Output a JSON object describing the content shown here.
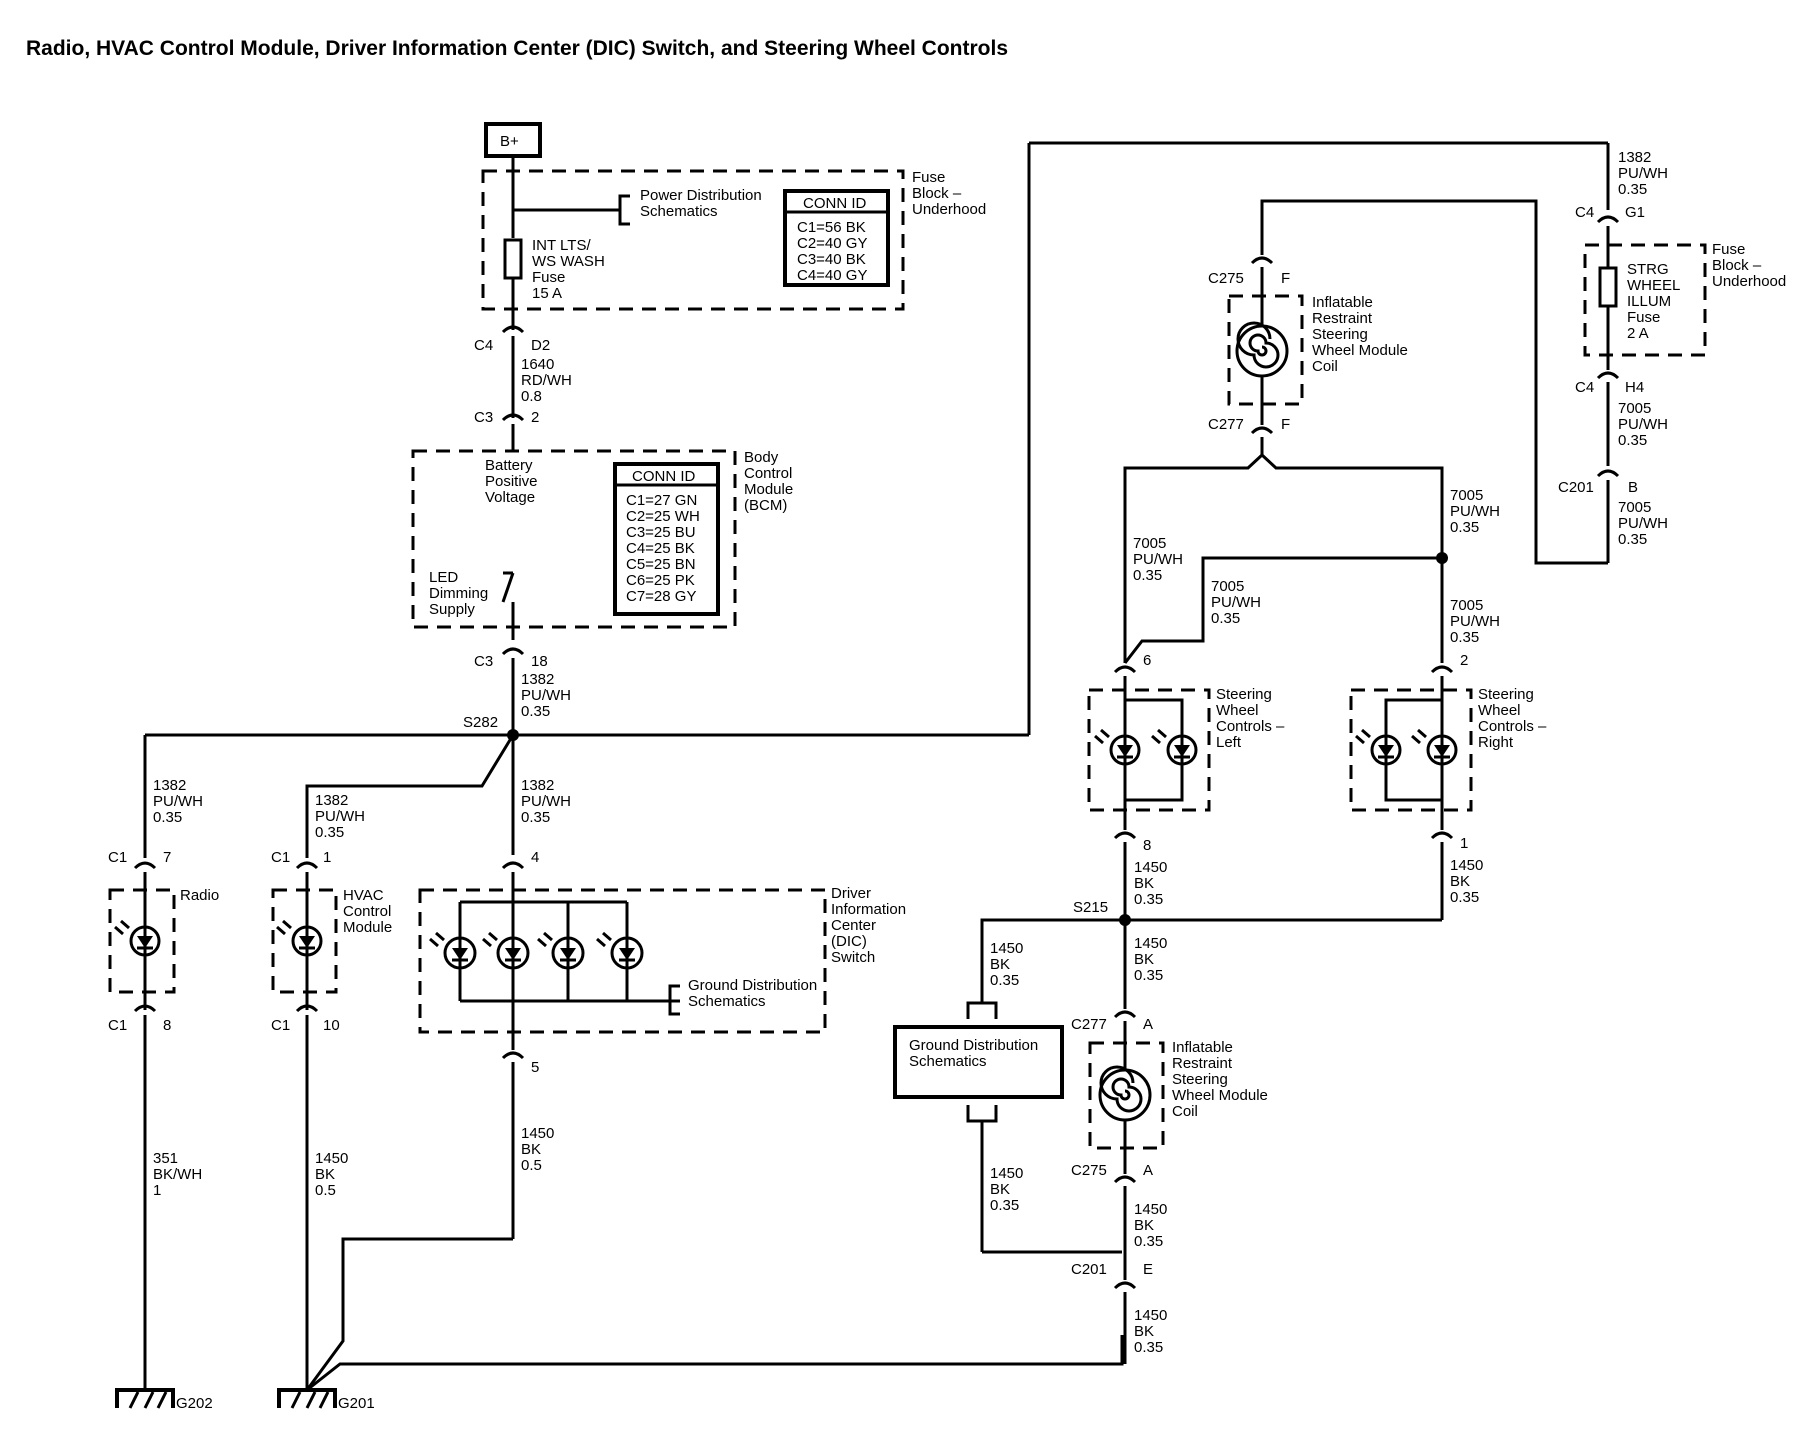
{
  "title": "Radio, HVAC Control Module, Driver Information Center (DIC) Switch, and Steering Wheel Controls",
  "battery": "B+",
  "fuse_block_top": {
    "label": [
      "Fuse",
      "Block –",
      "Underhood"
    ],
    "power_ref": [
      "Power Distribution",
      "Schematics"
    ],
    "fuse": [
      "INT LTS/",
      "WS WASH",
      "Fuse",
      "15 A"
    ],
    "conn_title": "CONN ID",
    "conn": [
      "C1=56 BK",
      "C2=40 GY",
      "C3=40 BK",
      "C4=40 GY"
    ]
  },
  "bcm": {
    "label": [
      "Body",
      "Control",
      "Module",
      "(BCM)"
    ],
    "input": [
      "Battery",
      "Positive",
      "Voltage"
    ],
    "output": [
      "LED",
      "Dimming",
      "Supply"
    ],
    "conn_title": "CONN ID",
    "conn": [
      "C1=27 GN",
      "C2=25 WH",
      "C3=25 BU",
      "C4=25 BK",
      "C5=25 BN",
      "C6=25 PK",
      "C7=28 GY"
    ]
  },
  "fuse_block_right": {
    "label": [
      "Fuse",
      "Block –",
      "Underhood"
    ],
    "fuse": [
      "STRG",
      "WHEEL",
      "ILLUM",
      "Fuse",
      "2 A"
    ]
  },
  "components": {
    "radio": "Radio",
    "hvac": [
      "HVAC",
      "Control",
      "Module"
    ],
    "dic": [
      "Driver",
      "Information",
      "Center",
      "(DIC)",
      "Switch"
    ],
    "dic_ground": [
      "Ground Distribution",
      "Schematics"
    ],
    "coil": [
      "Inflatable",
      "Restraint",
      "Steering",
      "Wheel Module",
      "Coil"
    ],
    "swc_left": [
      "Steering",
      "Wheel",
      "Controls –",
      "Left"
    ],
    "swc_right": [
      "Steering",
      "Wheel",
      "Controls –",
      "Right"
    ],
    "ground_ref": [
      "Ground Distribution",
      "Schematics"
    ]
  },
  "connectors": {
    "c4_d2": [
      "C4",
      "D2"
    ],
    "c3_2": [
      "C3",
      "2"
    ],
    "c3_18": [
      "C3",
      "18"
    ],
    "c1_7": [
      "C1",
      "7"
    ],
    "c1_1": [
      "C1",
      "1"
    ],
    "dic_4": "4",
    "c1_8": [
      "C1",
      "8"
    ],
    "c1_10": [
      "C1",
      "10"
    ],
    "dic_5": "5",
    "c4_g1": [
      "C4",
      "G1"
    ],
    "c4_h4": [
      "C4",
      "H4"
    ],
    "c201_b": [
      "C201",
      "B"
    ],
    "c275_f": [
      "C275",
      "F"
    ],
    "c277_f": [
      "C277",
      "F"
    ],
    "swl_6": "6",
    "swr_2": "2",
    "swl_8": "8",
    "swr_1": "1",
    "c277_a": [
      "C277",
      "A"
    ],
    "c275_a": [
      "C275",
      "A"
    ],
    "c201_e": [
      "C201",
      "E"
    ]
  },
  "splices": {
    "s282": "S282",
    "s215": "S215"
  },
  "grounds": {
    "g202": "G202",
    "g201": "G201"
  },
  "wires": {
    "w1640": [
      "1640",
      "RD/WH",
      "0.8"
    ],
    "w1382_bcm": [
      "1382",
      "PU/WH",
      "0.35"
    ],
    "w1382_radio": [
      "1382",
      "PU/WH",
      "0.35"
    ],
    "w1382_hvac": [
      "1382",
      "PU/WH",
      "0.35"
    ],
    "w1382_dic": [
      "1382",
      "PU/WH",
      "0.35"
    ],
    "w1382_top": [
      "1382",
      "PU/WH",
      "0.35"
    ],
    "w351": [
      "351",
      "BK/WH",
      "1"
    ],
    "w1450_hvac": [
      "1450",
      "BK",
      "0.5"
    ],
    "w1450_dic": [
      "1450",
      "BK",
      "0.5"
    ],
    "w7005_h4": [
      "7005",
      "PU/WH",
      "0.35"
    ],
    "w7005_b": [
      "7005",
      "PU/WH",
      "0.35"
    ],
    "w7005_mid": [
      "7005",
      "PU/WH",
      "0.35"
    ],
    "w7005_l1": [
      "7005",
      "PU/WH",
      "0.35"
    ],
    "w7005_l2": [
      "7005",
      "PU/WH",
      "0.35"
    ],
    "w7005_r": [
      "7005",
      "PU/WH",
      "0.35"
    ],
    "w1450_sl": [
      "1450",
      "BK",
      "0.35"
    ],
    "w1450_sr": [
      "1450",
      "BK",
      "0.35"
    ],
    "w1450_s215": [
      "1450",
      "BK",
      "0.35"
    ],
    "w1450_gnd_top": [
      "1450",
      "BK",
      "0.35"
    ],
    "w1450_gnd_bot": [
      "1450",
      "BK",
      "0.35"
    ],
    "w1450_c275": [
      "1450",
      "BK",
      "0.35"
    ],
    "w1450_c201": [
      "1450",
      "BK",
      "0.35"
    ]
  }
}
